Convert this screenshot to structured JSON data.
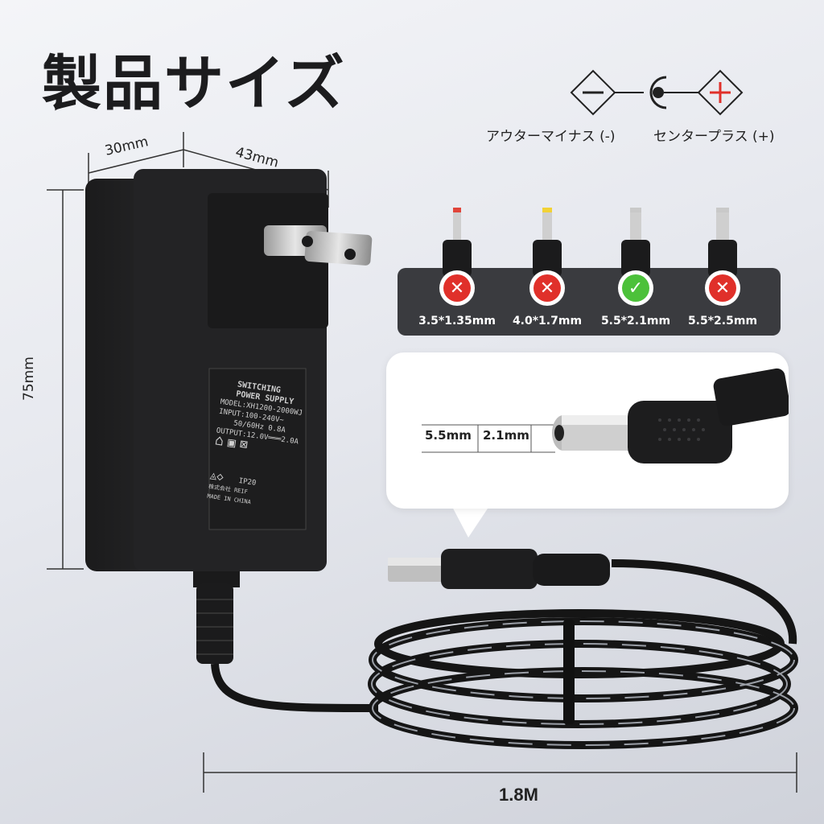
{
  "title": "製品サイズ",
  "dimensions": {
    "depth": "30mm",
    "width": "43mm",
    "height": "75mm",
    "cable_length": "1.8M"
  },
  "polarity": {
    "outer_label": "アウターマイナス (-)",
    "center_label": "センタープラス (+)"
  },
  "tips": [
    {
      "size": "3.5*1.35mm",
      "compatible": false,
      "tip_color": "#e0453a"
    },
    {
      "size": "4.0*1.7mm",
      "compatible": false,
      "tip_color": "#f2d236"
    },
    {
      "size": "5.5*2.1mm",
      "compatible": true,
      "tip_color": "#c9c9c9"
    },
    {
      "size": "5.5*2.5mm",
      "compatible": false,
      "tip_color": "#c9c9c9"
    }
  ],
  "barrel": {
    "outer_diameter": "5.5mm",
    "inner_diameter": "2.1mm"
  },
  "label": {
    "line1": "SWITCHING",
    "line2": "POWER SUPPLY",
    "model": "MODEL:XH1200-2000WJ",
    "input": "INPUT:100-240V~",
    "freq": "50/60Hz 0.8A",
    "output": "OUTPUT:12.0V═══2.0A",
    "ip": "IP20",
    "company": "株式会社 REIF",
    "origin": "MADE IN CHINA"
  },
  "colors": {
    "accent_red": "#e0302a",
    "accent_green": "#4cc13a",
    "panel_dark": "#3a3b3f"
  }
}
